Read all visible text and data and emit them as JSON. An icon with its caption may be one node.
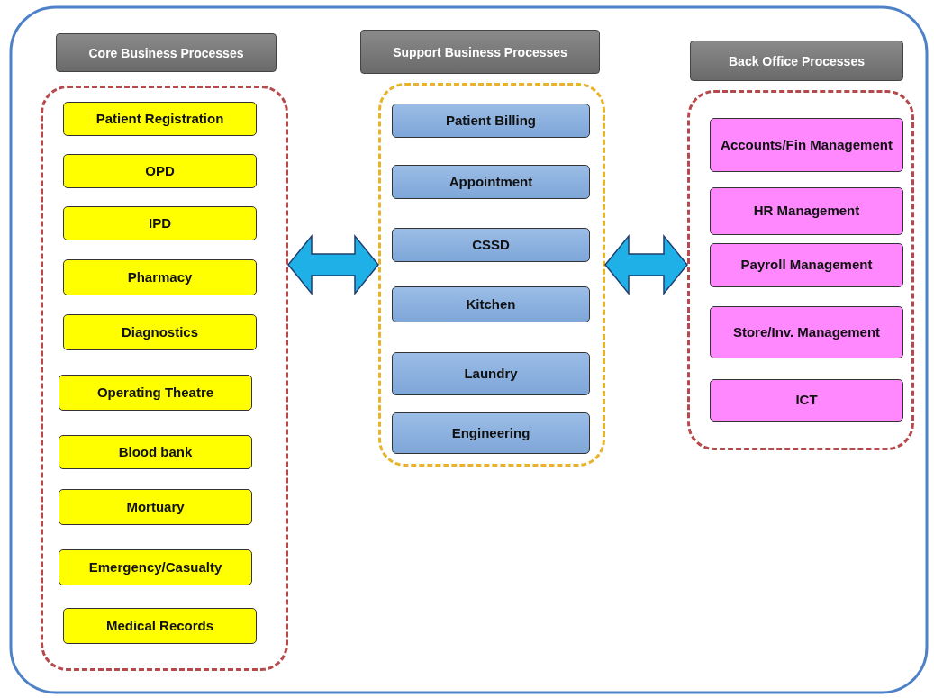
{
  "diagram": {
    "nodes": [
      {
        "text": [
          "Core Business Processes"
        ]
      },
      {
        "text": [],
        "shape": "box"
      },
      {
        "text": [
          "Patient Registration"
        ],
        "in": 1
      },
      {
        "text": [
          "OPD"
        ],
        "in": 1
      },
      {
        "text": [
          "IPD"
        ],
        "in": 1
      },
      {
        "text": [
          "Pharmacy"
        ],
        "in": 1
      },
      {
        "text": [
          "Diagnostics"
        ],
        "in": 1
      },
      {
        "text": [
          "Operating Theatre"
        ],
        "in": 1
      },
      {
        "text": [
          "Blood bank"
        ],
        "in": 1
      },
      {
        "text": [
          "Mortuary"
        ],
        "in": 1
      },
      {
        "text": [
          "Emergency/Casualty"
        ],
        "in": 1
      },
      {
        "text": [
          "Medical Records"
        ],
        "in": 1
      },
      {
        "text": [
          "Support Business Processes"
        ]
      },
      {
        "text": [],
        "shape": "box"
      },
      {
        "text": [
          "Patient Billing"
        ],
        "in": 13
      },
      {
        "text": [
          "Appointment"
        ],
        "in": 13
      },
      {
        "text": [
          "CSSD"
        ],
        "in": 13
      },
      {
        "text": [
          "Kitchen"
        ],
        "in": 13
      },
      {
        "text": [
          "Laundry"
        ],
        "in": 13
      },
      {
        "text": [
          "Engineering"
        ],
        "in": 13
      },
      {
        "text": [
          "Back Office Processes"
        ]
      },
      {
        "text": [],
        "shape": "box"
      },
      {
        "text": [
          "Accounts/Fin Management"
        ],
        "in": 21
      },
      {
        "text": [
          "HR Management"
        ],
        "in": 21
      },
      {
        "text": [
          "Payroll Management"
        ],
        "in": 21
      },
      {
        "text": [
          "Store/Inv. Management"
        ],
        "in": 21
      },
      {
        "text": [
          "ICT"
        ],
        "in": 21
      }
    ],
    "edges": [
      {
        "from": 1,
        "to": 13,
        "arrow": "both",
        "style": "thick"
      },
      {
        "from": 13,
        "to": 21,
        "arrow": "both",
        "style": "thick"
      }
    ]
  }
}
